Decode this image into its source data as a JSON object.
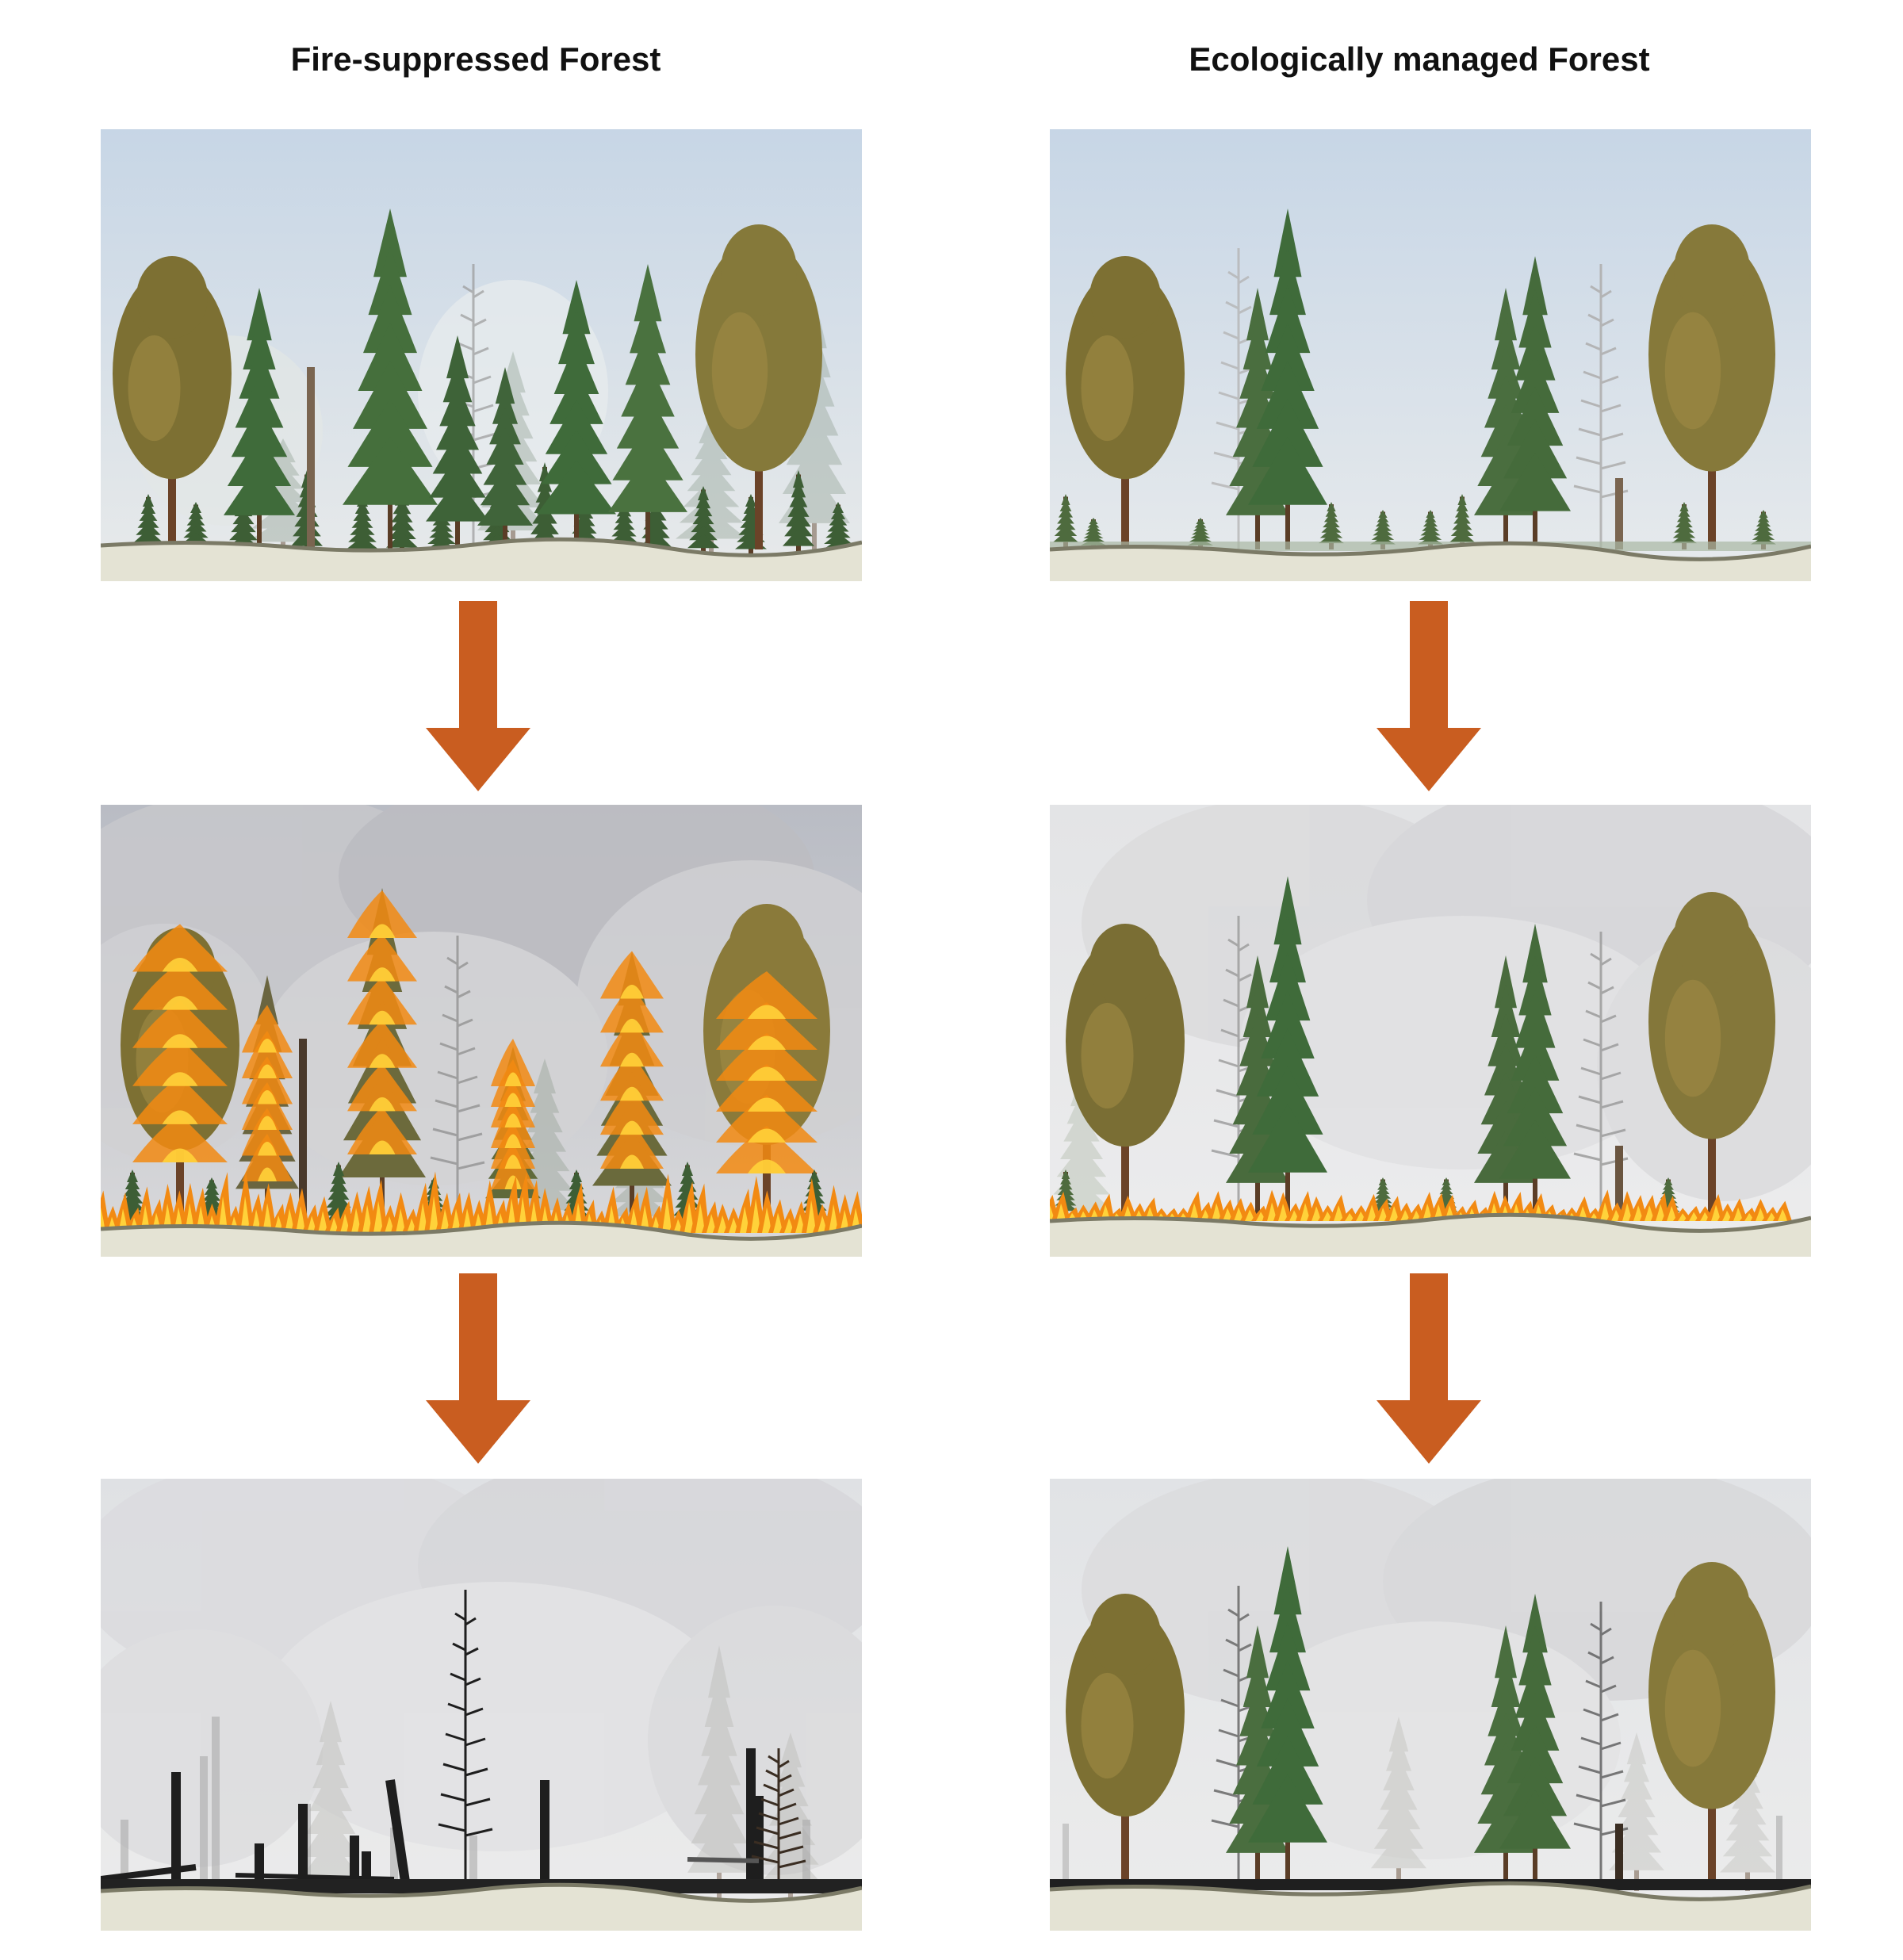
{
  "columns": [
    {
      "title": "Fire-suppressed Forest"
    },
    {
      "title": "Ecologically managed Forest"
    }
  ],
  "colors": {
    "arrow": "#c95d20",
    "ground": "#e4e3d4",
    "ground_line": "#7b7a66",
    "sky_top": "#c7d6e6",
    "sky_bottom": "#e8eaea",
    "smoke": "#d9d9dc",
    "flame": "#f28a12",
    "flame_core": "#ffd23a",
    "pine_green": "#3f6b3a",
    "ponderosa": "#8a7a3c",
    "charred": "#1e1e1e"
  },
  "panels": [
    {
      "name": "fire-suppressed-before",
      "icon": "dense-forest-icon"
    },
    {
      "name": "fire-suppressed-burning",
      "icon": "crown-fire-icon"
    },
    {
      "name": "fire-suppressed-after",
      "icon": "charred-snags-icon"
    },
    {
      "name": "managed-before",
      "icon": "open-forest-icon"
    },
    {
      "name": "managed-burning",
      "icon": "surface-fire-icon"
    },
    {
      "name": "managed-after",
      "icon": "surviving-forest-icon"
    }
  ]
}
